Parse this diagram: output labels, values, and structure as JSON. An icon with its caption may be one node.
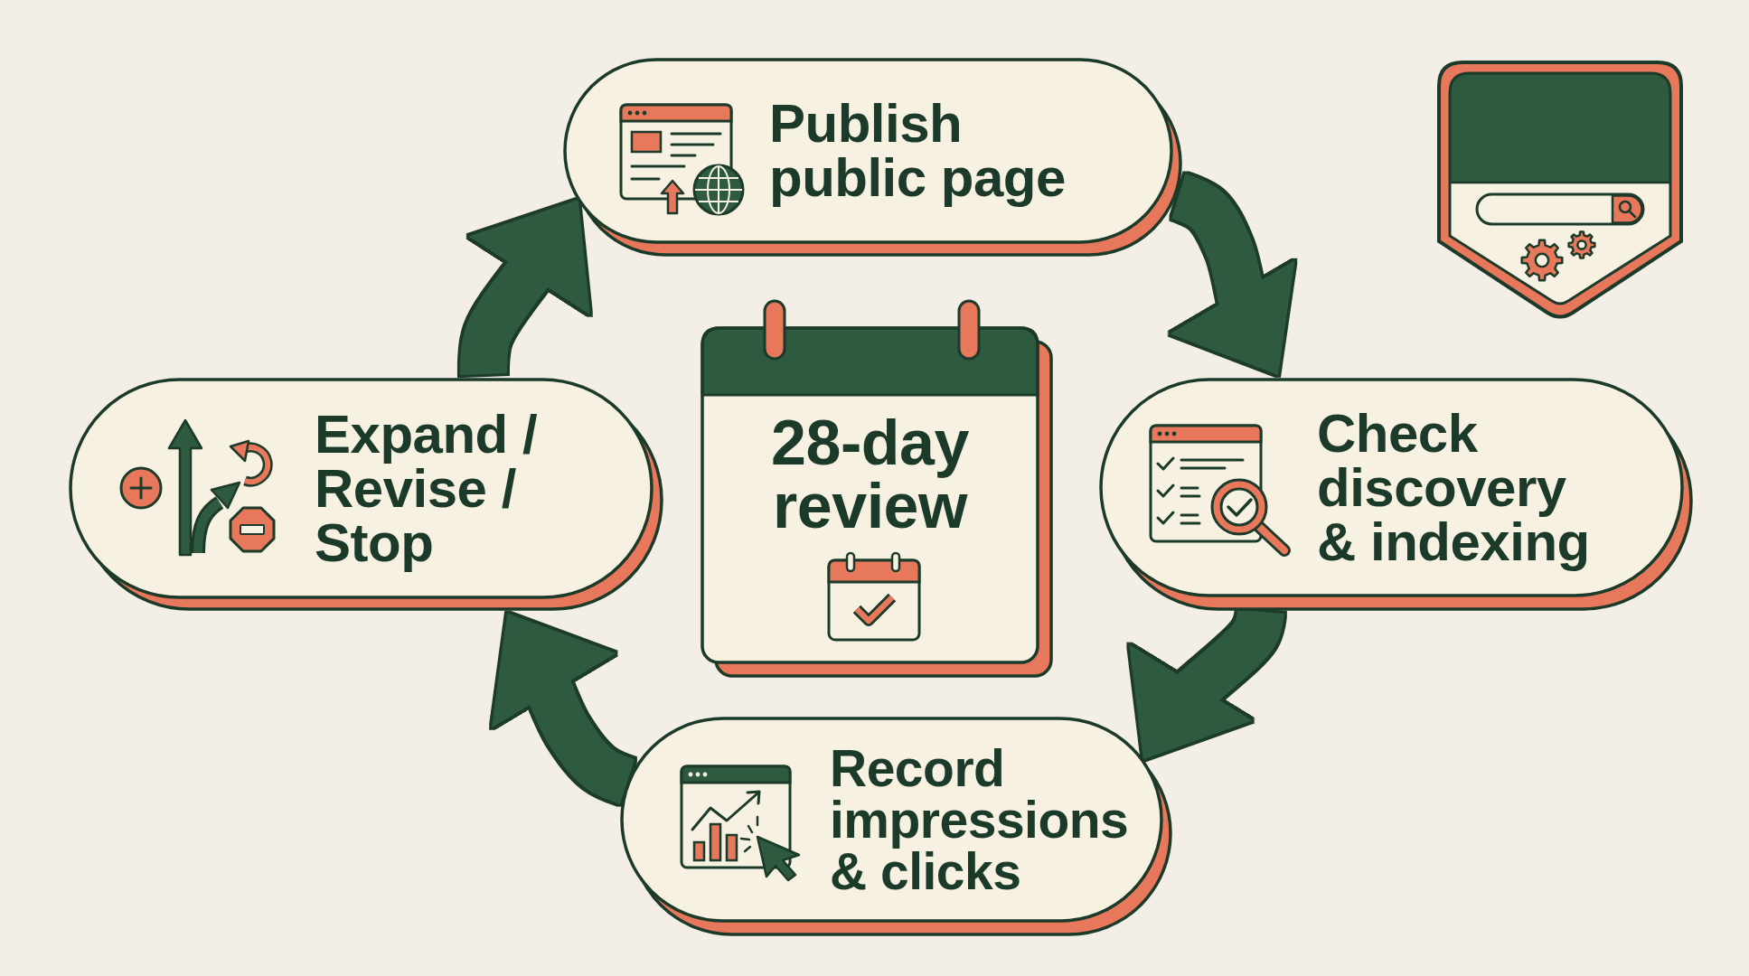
{
  "diagram": {
    "nodes": [
      {
        "text": [
          "Publish public page"
        ]
      },
      {
        "text": [],
        "shape": "picture"
      },
      {
        "text": [
          "Expand / Revise / Stop"
        ]
      },
      {
        "text": [
          "28-day review"
        ]
      },
      {
        "text": [
          "Check discovery & indexing"
        ]
      },
      {
        "text": [
          "Record impressions & clicks"
        ]
      }
    ],
    "edges": [
      {
        "from": 0,
        "to": 4,
        "arrow": "to"
      },
      {
        "from": 4,
        "to": 5,
        "arrow": "to"
      },
      {
        "from": 5,
        "to": 2,
        "arrow": "to"
      },
      {
        "from": 2,
        "to": 0,
        "arrow": "to"
      }
    ]
  }
}
